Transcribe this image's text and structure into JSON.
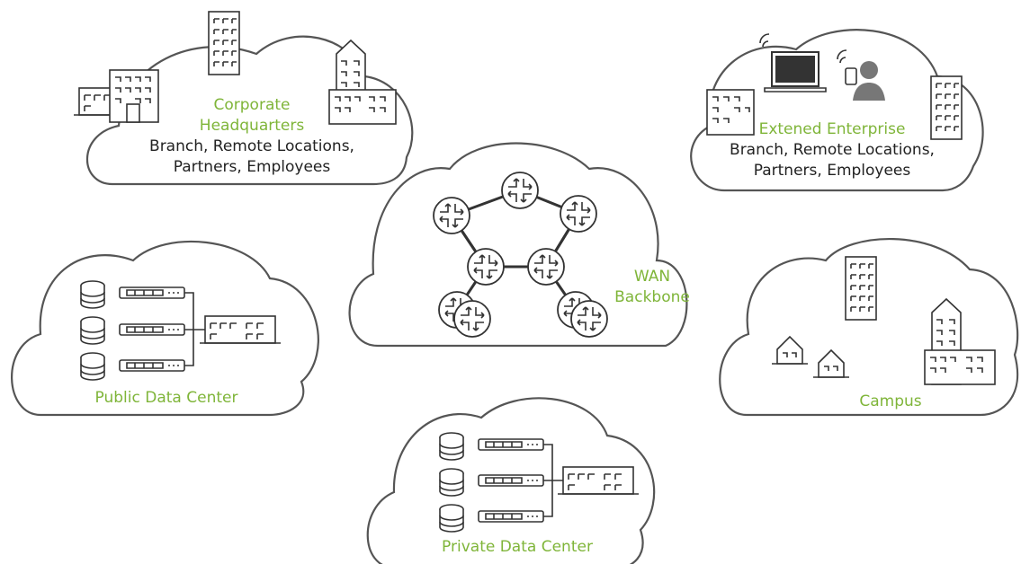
{
  "colors": {
    "accent": "#7fb539",
    "text": "#222222",
    "stroke": "#555555"
  },
  "clouds": {
    "corporate": {
      "title_1": "Corporate",
      "title_2": "Headquarters",
      "sub_1": "Branch, Remote Locations,",
      "sub_2": "Partners, Employees"
    },
    "extended": {
      "title": "Extened Enterprise",
      "sub_1": "Branch, Remote Locations,",
      "sub_2": "Partners, Employees"
    },
    "wan": {
      "title_1": "WAN",
      "title_2": "Backbone"
    },
    "public_dc": {
      "title": "Public Data Center"
    },
    "private_dc": {
      "title": "Private Data Center"
    },
    "campus": {
      "title": "Campus"
    }
  }
}
